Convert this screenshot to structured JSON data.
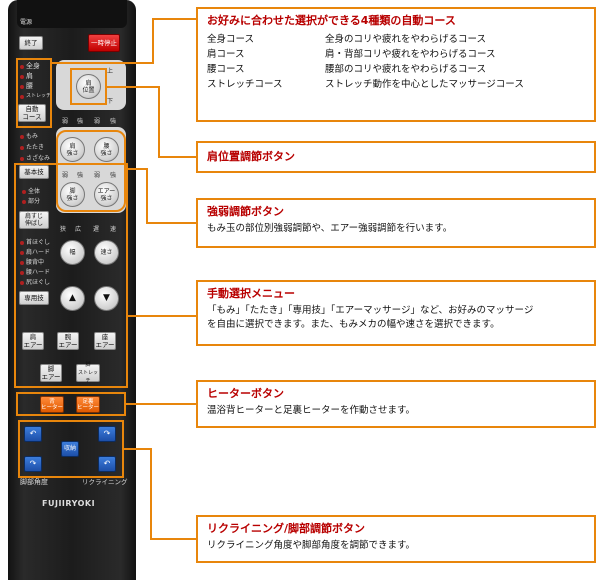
{
  "remote": {
    "power_label": "電源",
    "stop_label": "終了",
    "emergency_label": "一時停止",
    "courses": [
      "全身",
      "肩",
      "腰",
      "ストレッチ"
    ],
    "auto_course_label": [
      "自動",
      "コース"
    ],
    "shoulder_pos_label": [
      "肩",
      "位置"
    ],
    "pos_up": "上",
    "pos_down": "下",
    "strength_top_labels": [
      "弱",
      "強",
      "弱",
      "強"
    ],
    "strength_bottom_labels": [
      "弱",
      "強",
      "弱",
      "強"
    ],
    "shoulder_strength": [
      "肩",
      "強さ"
    ],
    "waist_strength": [
      "腰",
      "強さ"
    ],
    "foot_strength": [
      "脚",
      "強さ"
    ],
    "air_strength": [
      "エアー",
      "強さ"
    ],
    "technique_labels": [
      "もみ",
      "たたき",
      "さざなみ"
    ],
    "basic_technique": "基本技",
    "range_labels": [
      "全体",
      "部分"
    ],
    "stretch_btn": [
      "肩すじ",
      "伸ばし"
    ],
    "width_speed_top": [
      "狭",
      "広",
      "遅",
      "速"
    ],
    "width_btn": "幅",
    "speed_btn": "速さ",
    "special_labels": [
      "首ほぐし",
      "肩ハード",
      "腰背中",
      "腰ハード",
      "尻ほぐし"
    ],
    "special_technique": "専用技",
    "shoulder_air": [
      "肩",
      "エアー"
    ],
    "arm_air": [
      "腕",
      "エアー"
    ],
    "seat_air": [
      "座",
      "エアー"
    ],
    "foot_air": [
      "脚",
      "エアー"
    ],
    "foot_stretch": [
      "脚",
      "ストレッチ"
    ],
    "back_heater": [
      "背",
      "ヒーター"
    ],
    "sole_heater": [
      "足裏",
      "ヒーター"
    ],
    "storage": "収納",
    "foot_angle_label": "脚部角度",
    "recline_label": "リクライニング",
    "brand": "FUJIIRYOKI"
  },
  "callouts": {
    "auto": {
      "title": "お好みに合わせた選択ができる4種類の自動コース",
      "courses": [
        {
          "name": "全身コース",
          "desc": "全身のコリや疲れをやわらげるコース"
        },
        {
          "name": "肩コース",
          "desc": "肩・背部コリや疲れをやわらげるコース"
        },
        {
          "name": "腰コース",
          "desc": "腰部のコリや疲れをやわらげるコース"
        },
        {
          "name": "ストレッチコース",
          "desc": "ストレッチ動作を中心としたマッサージコース"
        }
      ]
    },
    "shoulder": {
      "title": "肩位置調節ボタン"
    },
    "strength": {
      "title": "強弱調節ボタン",
      "desc": "もみ玉の部位別強弱調節や、エアー強弱調節を行います。"
    },
    "manual": {
      "title": "手動選択メニュー",
      "desc1": "「もみ」「たたき」「専用技」「エアーマッサージ」など、お好みのマッサージ",
      "desc2": "を自由に選択できます。また、もみメカの幅や速さを選択できます。"
    },
    "heater": {
      "title": "ヒーターボタン",
      "desc": "温浴背ヒーターと足裏ヒーターを作動させます。"
    },
    "recline": {
      "title": "リクライニング/脚部調節ボタン",
      "desc": "リクライニング角度や脚部角度を調節できます。"
    }
  },
  "colors": {
    "accent_line": "#e8860c",
    "title_red": "#b80000",
    "remote_body": "#1c1c1c"
  }
}
